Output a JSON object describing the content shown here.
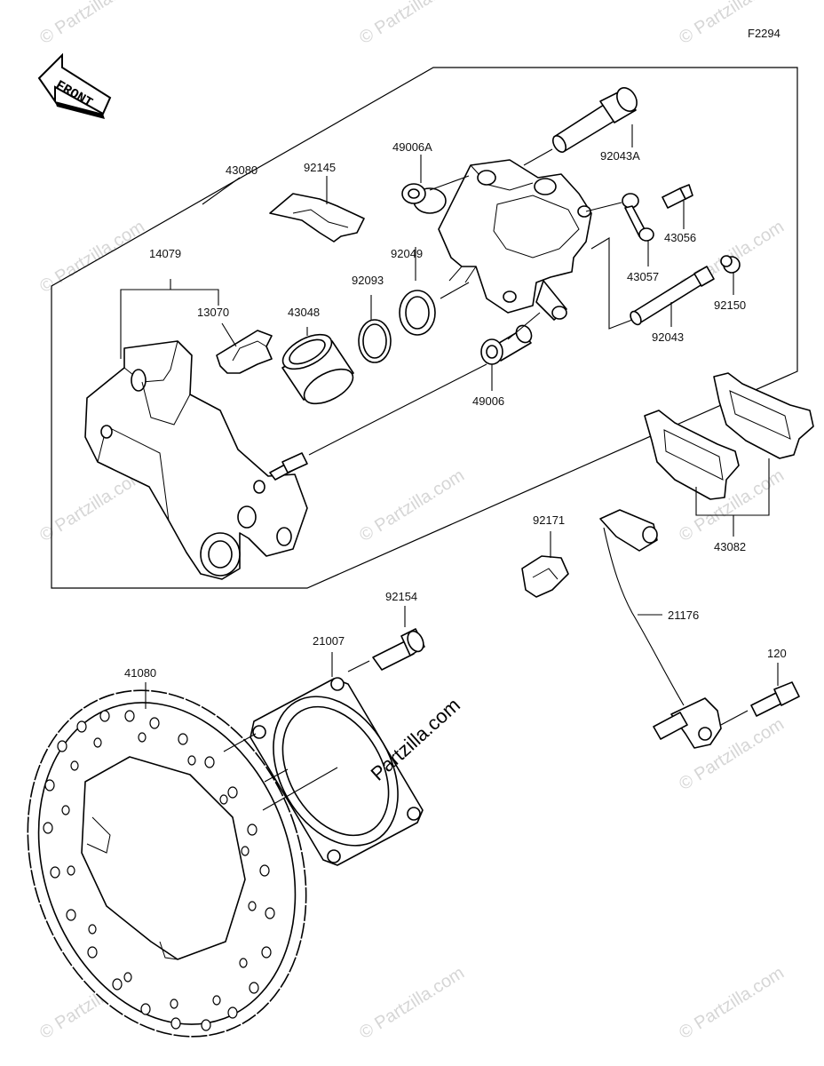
{
  "figure_code": "F2294",
  "front_arrow_text": "FRONT",
  "watermark_text": "© Partzilla.com",
  "watermark_center_text": "Partzilla.com",
  "labels": {
    "caliper_assy": "43080",
    "spring": "92145",
    "boot_a": "49006A",
    "bolt_a": "92043A",
    "bleeder": "43056",
    "cap": "43057",
    "bolt": "92043",
    "cap_small": "92150",
    "holder": "14079",
    "pad_spring": "13070",
    "piston": "43048",
    "seal": "92093",
    "seal2": "92049",
    "boot": "49006",
    "pad_assy": "43082",
    "clamp": "92171",
    "sensor": "21176",
    "bolt_sensor": "92154",
    "rotor": "21007",
    "disc": "41080",
    "screw": "120"
  }
}
